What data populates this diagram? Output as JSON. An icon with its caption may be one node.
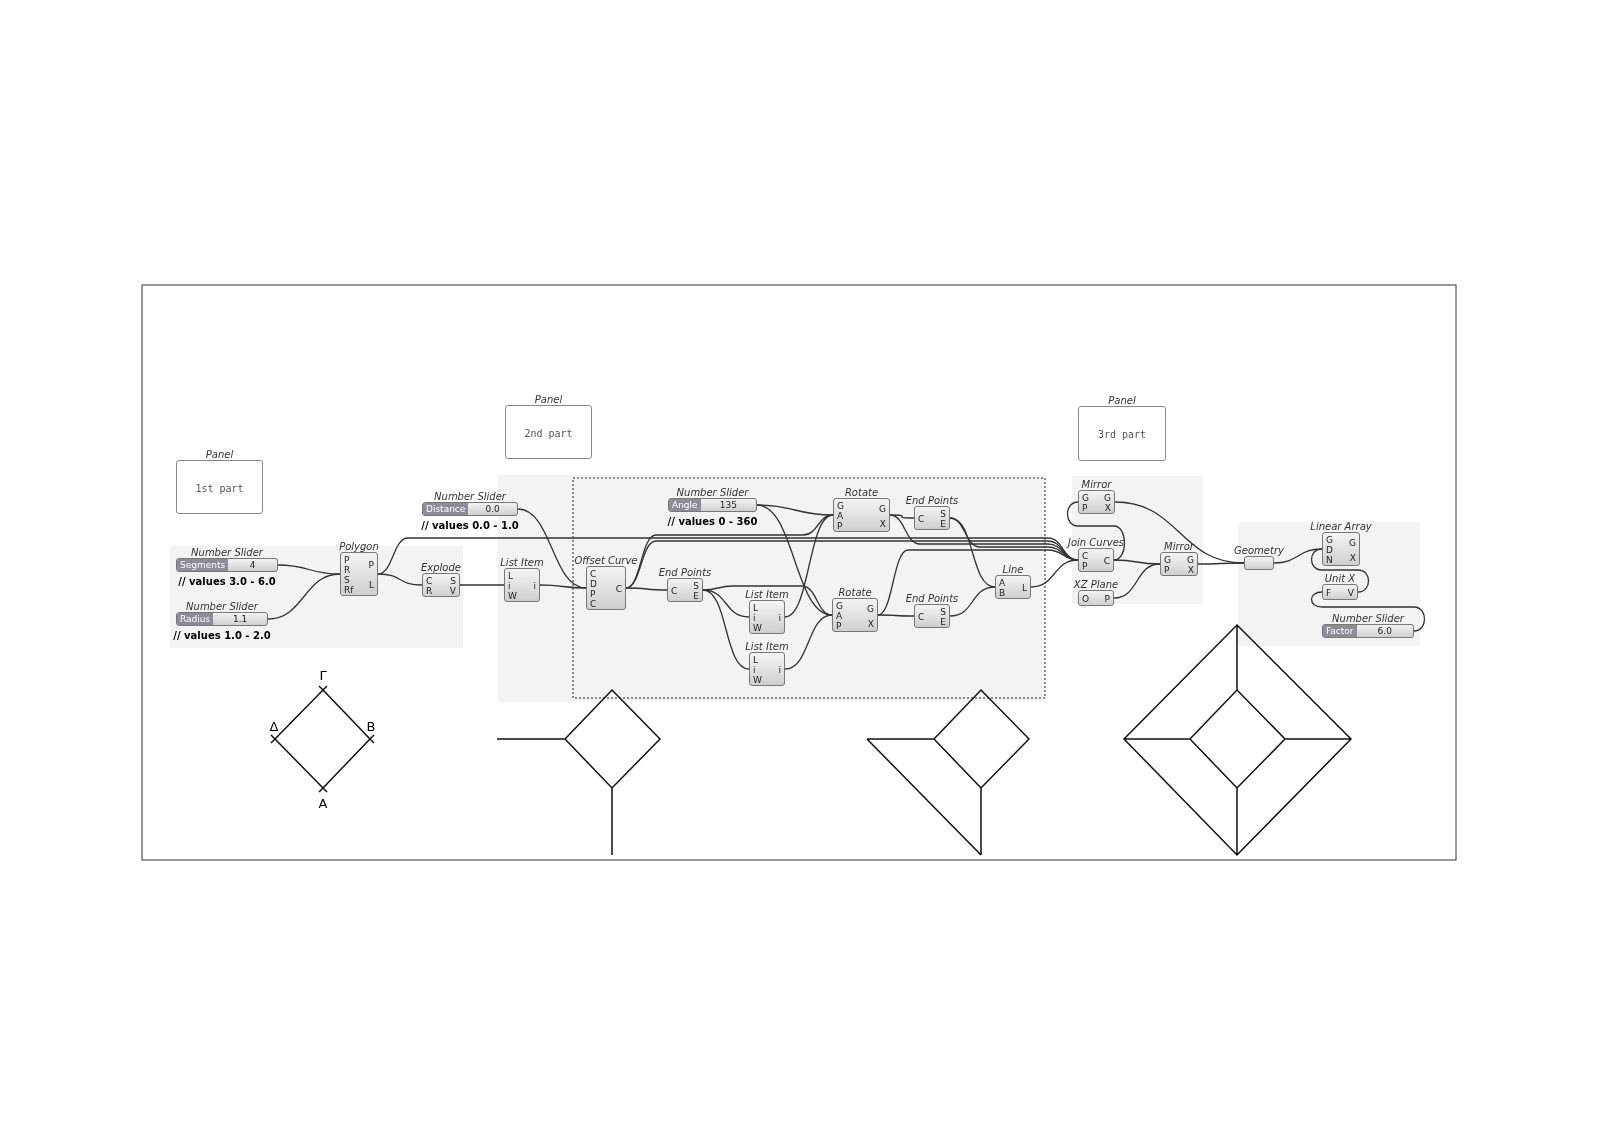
{
  "diagram": {
    "nodes": [
      {
        "text": [
          "Panel",
          "1st part"
        ]
      },
      {
        "text": [
          "Panel",
          "2nd part"
        ]
      },
      {
        "text": [
          "Panel",
          "3rd part"
        ]
      },
      {
        "text": [
          "Number Slider",
          "Segments",
          "4"
        ],
        "beside": [
          "// values 3.0 - 6.0"
        ]
      },
      {
        "text": [
          "Number Slider",
          "Radius",
          "1.1"
        ],
        "beside": [
          "// values 1.0 - 2.0"
        ]
      },
      {
        "text": [
          "Polygon",
          "P",
          "R",
          "S",
          "Rf",
          "P",
          "L"
        ]
      },
      {
        "text": [
          "Explode",
          "C",
          "R",
          "S",
          "V"
        ]
      },
      {
        "text": [
          "Number Slider",
          "Distance",
          "0.0"
        ],
        "beside": [
          "// values 0.0 - 1.0"
        ]
      },
      {
        "text": [
          "List Item",
          "L",
          "i",
          "W",
          "i"
        ]
      },
      {
        "text": [
          "Offset Curve",
          "C",
          "D",
          "P",
          "C",
          "C"
        ]
      },
      {
        "text": [
          "Number Slider",
          "Angle",
          "135"
        ],
        "beside": [
          "// values 0 - 360"
        ]
      },
      {
        "text": [
          "End Points",
          "C",
          "S",
          "E"
        ]
      },
      {
        "text": [
          "Rotate",
          "G",
          "A",
          "P",
          "G",
          "X"
        ]
      },
      {
        "text": [
          "End Points",
          "C",
          "S",
          "E"
        ]
      },
      {
        "text": [
          "List Item",
          "L",
          "i",
          "W",
          "i"
        ]
      },
      {
        "text": [
          "Rotate",
          "G",
          "A",
          "P",
          "G",
          "X"
        ]
      },
      {
        "text": [
          "End Points",
          "C",
          "S",
          "E"
        ]
      },
      {
        "text": [
          "List Item",
          "L",
          "i",
          "W",
          "i"
        ]
      },
      {
        "text": [
          "Line",
          "A",
          "B",
          "L"
        ]
      },
      {
        "text": [
          "Mirror",
          "G",
          "P",
          "G",
          "X"
        ]
      },
      {
        "text": [
          "Join Curves",
          "C",
          "P",
          "C"
        ]
      },
      {
        "text": [
          "XZ Plane",
          "O",
          "P"
        ]
      },
      {
        "text": [
          "Mirror",
          "G",
          "P",
          "G",
          "X"
        ]
      },
      {
        "text": [
          "Geometry"
        ]
      },
      {
        "text": [
          "Linear Array",
          "G",
          "D",
          "N",
          "G",
          "X"
        ]
      },
      {
        "text": [
          "Unit X",
          "F",
          "V"
        ]
      },
      {
        "text": [
          "Number Slider",
          "Factor",
          "6.0"
        ]
      }
    ],
    "edges": [
      {
        "from": 3,
        "to": 5,
        "arrow": "none"
      },
      {
        "from": 4,
        "to": 5,
        "arrow": "none"
      },
      {
        "from": 5,
        "to": 6,
        "arrow": "none"
      },
      {
        "from": 5,
        "to": 20,
        "arrow": "none"
      },
      {
        "from": 6,
        "to": 8,
        "arrow": "none"
      },
      {
        "from": 7,
        "to": 9,
        "arrow": "none"
      },
      {
        "from": 8,
        "to": 9,
        "arrow": "none"
      },
      {
        "from": 9,
        "to": 11,
        "arrow": "none"
      },
      {
        "from": 9,
        "to": 12,
        "arrow": "none"
      },
      {
        "from": 9,
        "to": 20,
        "arrow": "none"
      },
      {
        "from": 10,
        "to": 12,
        "arrow": "none"
      },
      {
        "from": 10,
        "to": 15,
        "arrow": "none"
      },
      {
        "from": 11,
        "to": 14,
        "arrow": "none"
      },
      {
        "from": 11,
        "to": 17,
        "arrow": "none"
      },
      {
        "from": 14,
        "to": 12,
        "arrow": "none"
      },
      {
        "from": 17,
        "to": 15,
        "arrow": "none"
      },
      {
        "from": 11,
        "to": 15,
        "arrow": "none"
      },
      {
        "from": 12,
        "to": 13,
        "arrow": "none"
      },
      {
        "from": 12,
        "to": 20,
        "arrow": "none"
      },
      {
        "from": 15,
        "to": 16,
        "arrow": "none"
      },
      {
        "from": 15,
        "to": 20,
        "arrow": "none"
      },
      {
        "from": 13,
        "to": 18,
        "arrow": "none"
      },
      {
        "from": 16,
        "to": 18,
        "arrow": "none"
      },
      {
        "from": 13,
        "to": 20,
        "arrow": "none"
      },
      {
        "from": 18,
        "to": 20,
        "arrow": "none"
      },
      {
        "from": 20,
        "to": 19,
        "arrow": "none"
      },
      {
        "from": 20,
        "to": 22,
        "arrow": "none"
      },
      {
        "from": 21,
        "to": 22,
        "arrow": "none"
      },
      {
        "from": 19,
        "to": 23,
        "arrow": "none"
      },
      {
        "from": 22,
        "to": 23,
        "arrow": "none"
      },
      {
        "from": 23,
        "to": 24,
        "arrow": "none"
      },
      {
        "from": 26,
        "to": 25,
        "arrow": "none"
      },
      {
        "from": 25,
        "to": 24,
        "arrow": "none"
      }
    ],
    "labels": [
      "Γ",
      "Δ",
      "Β",
      "Α"
    ]
  }
}
